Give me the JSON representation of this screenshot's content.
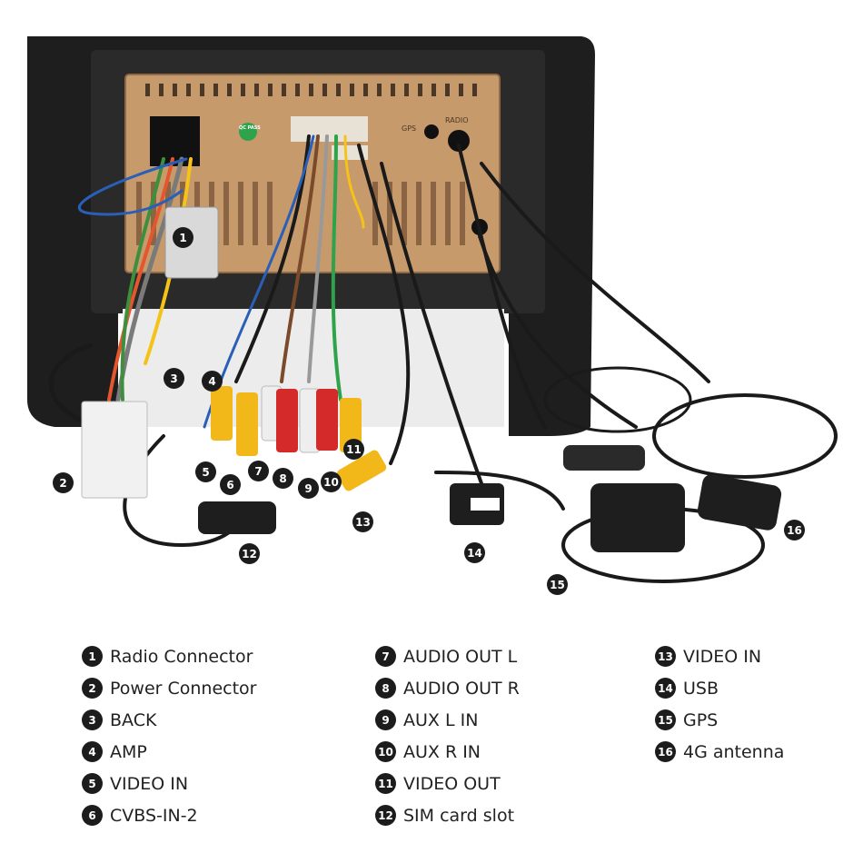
{
  "legend": [
    {
      "num": "1",
      "label": "Radio Connector"
    },
    {
      "num": "2",
      "label": "Power Connector"
    },
    {
      "num": "3",
      "label": "BACK"
    },
    {
      "num": "4",
      "label": "AMP"
    },
    {
      "num": "5",
      "label": "VIDEO IN"
    },
    {
      "num": "6",
      "label": "CVBS-IN-2"
    },
    {
      "num": "7",
      "label": "AUDIO OUT L"
    },
    {
      "num": "8",
      "label": "AUDIO OUT R"
    },
    {
      "num": "9",
      "label": "AUX L IN"
    },
    {
      "num": "10",
      "label": "AUX R IN"
    },
    {
      "num": "11",
      "label": "VIDEO OUT"
    },
    {
      "num": "12",
      "label": "SIM card slot"
    },
    {
      "num": "13",
      "label": "VIDEO IN"
    },
    {
      "num": "14",
      "label": "USB"
    },
    {
      "num": "15",
      "label": "GPS"
    },
    {
      "num": "16",
      "label": "4G antenna"
    }
  ],
  "device_labels": {
    "qc_sticker": "QC PASS",
    "radio_port": "RADIO",
    "gps_port": "GPS"
  },
  "colors": {
    "frame": "#1e1e1e",
    "housing": "#c79a6c",
    "callout": "#1c1c1c",
    "rca_red": "#d42a2a",
    "rca_yellow": "#f2b81a",
    "rca_white": "#eeeeee"
  }
}
